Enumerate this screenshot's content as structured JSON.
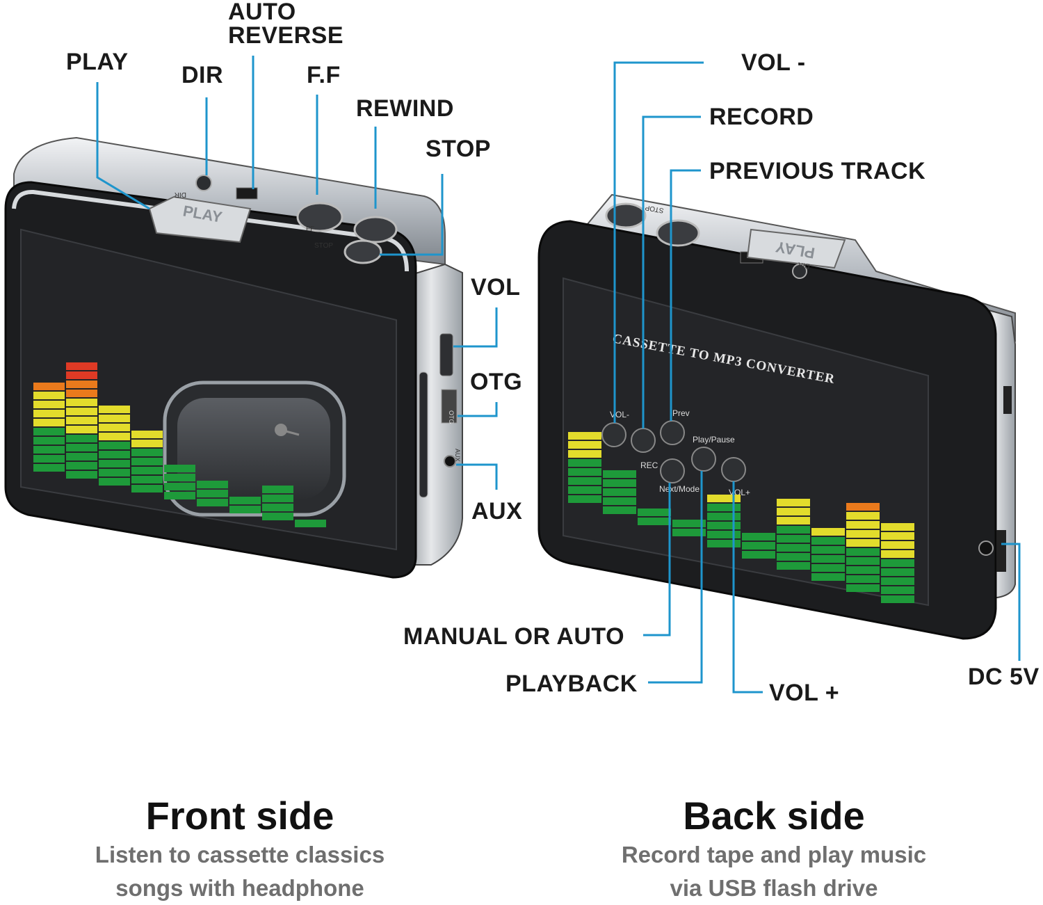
{
  "front_labels": {
    "play": "PLAY",
    "dir": "DIR",
    "auto_reverse": [
      "AUTO",
      "REVERSE"
    ],
    "ff": "F.F",
    "rewind": "REWIND",
    "stop": "STOP",
    "vol": "VOL",
    "otg": "OTG",
    "aux": "AUX"
  },
  "back_labels": {
    "vol_minus": "VOL -",
    "record": "RECORD",
    "previous_track": "PREVIOUS TRACK",
    "manual_or_auto": "MANUAL OR AUTO",
    "playback": "PLAYBACK",
    "vol_plus": "VOL +",
    "dc_5v": "DC 5V"
  },
  "device_text": {
    "front_play_key": "PLAY",
    "back_play_key": "PLAY",
    "front_dir": "DIR",
    "back_dir": "DIR",
    "front_ff": "FF",
    "front_stop": "STOP",
    "back_stop": "STOP",
    "back_header": "CASSETTE TO MP3 CONVERTER",
    "btn_vol_minus": "VOL-",
    "btn_prev": "Prev",
    "btn_play_pause": "Play/Pause",
    "btn_rec": "REC",
    "btn_next_mode": "Next/Mode",
    "btn_vol_plus": "VOL+",
    "side_aux": "AUX",
    "side_otg": "OTG"
  },
  "captions": {
    "front": {
      "title": "Front side",
      "sub": [
        "Listen to cassette classics",
        "songs with headphone"
      ]
    },
    "back": {
      "title": "Back side",
      "sub": [
        "Record tape and play music",
        "via USB flash drive"
      ]
    }
  },
  "colors": {
    "callout_line": "#1e95cc",
    "eq_green": "#1e9a3a",
    "eq_yellow": "#e3dc2c",
    "eq_orange": "#ea7a1c",
    "eq_red": "#df3a25",
    "body_black": "#1c1d1f",
    "silver": "#c9cdd1"
  }
}
